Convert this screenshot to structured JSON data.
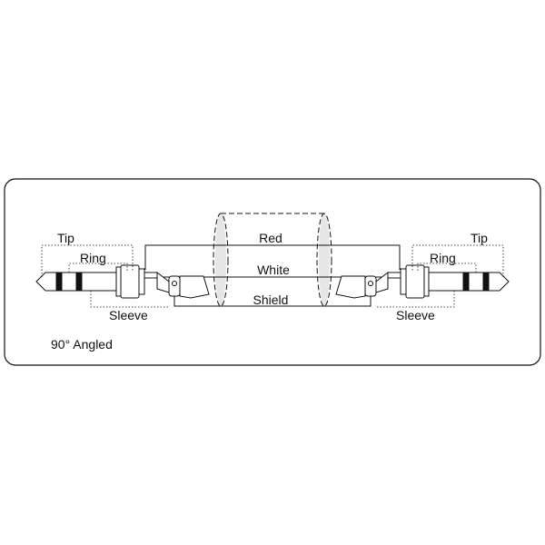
{
  "labels": {
    "tip": "Tip",
    "ring": "Ring",
    "sleeve": "Sleeve",
    "red": "Red",
    "white": "White",
    "shield": "Shield",
    "angled": "90° Angled"
  },
  "colors": {
    "line": "#111111",
    "shield_fill": "#e6e6e6",
    "background": "#ffffff"
  }
}
